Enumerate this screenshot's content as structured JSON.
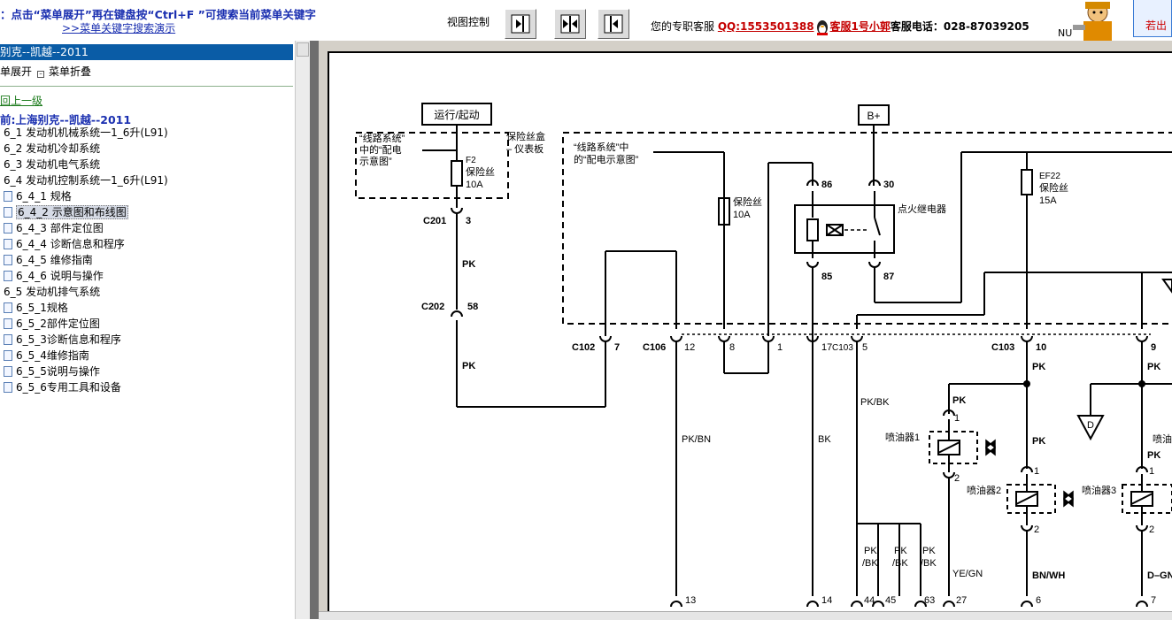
{
  "topbar": {
    "notice": "：点击“菜单展开”再在键盘按“Ctrl+F ”可搜索当前菜单关键字",
    "demo_link": ">>菜单关键字搜索演示",
    "view_control_label": "视图控制",
    "service_prefix": "您的专职客服",
    "qq": "QQ:1553501388",
    "agent": "客服1号小郭",
    "phone": "客服电话：028-87039205",
    "nu": "NU",
    "right_tag": "若出"
  },
  "sidebar": {
    "title": "别克--凯越--2011",
    "expand_label": "单展开",
    "collapse_label": "菜单折叠",
    "back_link": "回上一级",
    "current": "前:上海别克--凯越--2011",
    "items": [
      {
        "label": "6_1 发动机机械系统一1_6升(L91)"
      },
      {
        "label": "6_2 发动机冷却系统"
      },
      {
        "label": "6_3 发动机电气系统"
      },
      {
        "label": "6_4 发动机控制系统一1_6升(L91)"
      },
      {
        "label": "6_4_1 规格"
      },
      {
        "label": "6_4_2 示意图和布线图"
      },
      {
        "label": "6_4_3 部件定位图"
      },
      {
        "label": "6_4_4 诊断信息和程序"
      },
      {
        "label": "6_4_5 维修指南"
      },
      {
        "label": "6_4_6 说明与操作"
      },
      {
        "label": "6_5 发动机排气系统"
      },
      {
        "label": "6_5_1规格"
      },
      {
        "label": "6_5_2部件定位图"
      },
      {
        "label": "6_5_3诊断信息和程序"
      },
      {
        "label": "6_5_4维修指南"
      },
      {
        "label": "6_5_5说明与操作"
      },
      {
        "label": "6_5_6专用工具和设备"
      }
    ]
  },
  "diagram": {
    "run_start": "运行/起动",
    "bplus": "B+",
    "wiring_note_1a": "“线路系统”",
    "wiring_note_1b": "中的“配电",
    "wiring_note_1c": "示意图”",
    "wiring_note_2a": "“线路系统”中",
    "wiring_note_2b": "的“配电示意图”",
    "fusebox_a": "保险丝盒",
    "fusebox_b": "– 仪表板",
    "f2": "F2",
    "fuse": "保险丝",
    "f2_amps": "10A",
    "fuse2_amps": "10A",
    "ef22": "EF22",
    "ef22_amps": "15A",
    "relay": "点火继电器",
    "pin86": "86",
    "pin30": "30",
    "pin85": "85",
    "pin87": "87",
    "c201": "C201",
    "c201_pin": "3",
    "c202": "C202",
    "c202_pin": "58",
    "wire_pk": "PK",
    "c102": "C102",
    "c102_pin": "7",
    "c106": "C106",
    "c106_pin12": "12",
    "c106_pin8": "8",
    "c106_pin1": "1",
    "pin17": "17",
    "c103a": "C103",
    "c103a_pin": "5",
    "c103": "C103",
    "c103_pin10": "10",
    "c103_pin9": "9",
    "pk_bn": "PK/BN",
    "bk": "BK",
    "pk_bk": "PK/BK",
    "pk": "PK",
    "pk_slash": "PK",
    "bk_slash": "/BK",
    "inj1": "喷油器1",
    "inj2": "喷油器2",
    "inj3": "喷油器3",
    "inj4": "喷油",
    "pin1": "1",
    "pin2": "2",
    "ye_gn": "YE/GN",
    "bn_wh": "BN/WH",
    "d_gn": "D–GN",
    "d_label": "D",
    "bottom_13": "13",
    "bottom_14": "14",
    "bottom_44": "44",
    "bottom_45": "45",
    "bottom_63": "63",
    "bottom_27": "27",
    "bottom_6": "6",
    "bottom_7": "7"
  }
}
